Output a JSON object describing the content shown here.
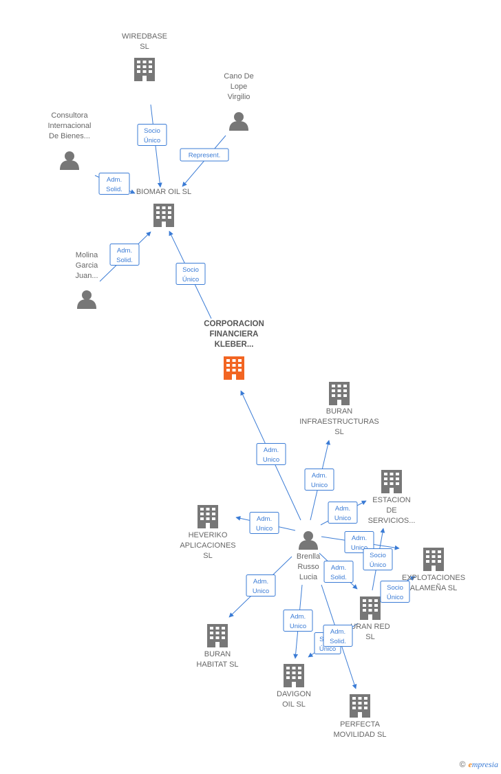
{
  "colors": {
    "company": "#777777",
    "focus": "#f26522",
    "person": "#777777",
    "edge": "#3a7bd5"
  },
  "nodes": [
    {
      "id": "wiredbase",
      "type": "company",
      "lines": [
        "WIREDBASE",
        "SL"
      ]
    },
    {
      "id": "cano",
      "type": "person",
      "lines": [
        "Cano De",
        "Lope",
        "Virgilio"
      ]
    },
    {
      "id": "consultora",
      "type": "person",
      "lines": [
        "Consultora",
        "Internacional",
        "De Bienes..."
      ]
    },
    {
      "id": "biomar",
      "type": "company",
      "lines": [
        "BIOMAR OIL SL"
      ]
    },
    {
      "id": "molina",
      "type": "person",
      "lines": [
        "Molina",
        "Garcia",
        "Juan..."
      ]
    },
    {
      "id": "corporacion",
      "type": "focus",
      "lines": [
        "CORPORACION",
        "FINANCIERA",
        "KLEBER..."
      ]
    },
    {
      "id": "buran_infra",
      "type": "company",
      "lines": [
        "BURAN",
        "INFRAESTRUCTURAS",
        "SL"
      ]
    },
    {
      "id": "estacion",
      "type": "company",
      "lines": [
        "ESTACION",
        "DE",
        "SERVICIOS..."
      ]
    },
    {
      "id": "heveriko",
      "type": "company",
      "lines": [
        "HEVERIKO",
        "APLICACIONES",
        "SL"
      ]
    },
    {
      "id": "brenlla",
      "type": "person",
      "lines": [
        "Brenlla",
        "Russo",
        "Lucia"
      ]
    },
    {
      "id": "explotaciones",
      "type": "company",
      "lines": [
        "EXPLOTACIONES",
        "ALAMEÑA SL"
      ]
    },
    {
      "id": "buran_red",
      "type": "company",
      "lines": [
        "URAN RED",
        "SL"
      ]
    },
    {
      "id": "buran_habitat",
      "type": "company",
      "lines": [
        "BURAN",
        "HABITAT SL"
      ]
    },
    {
      "id": "davigon",
      "type": "company",
      "lines": [
        "DAVIGON",
        "OIL SL"
      ]
    },
    {
      "id": "perfecta",
      "type": "company",
      "lines": [
        "PERFECTA",
        "MOVILIDAD SL"
      ]
    }
  ],
  "edges": [
    {
      "id": "e1",
      "from": "wiredbase",
      "to": "biomar",
      "label": [
        "Socio",
        "Único"
      ]
    },
    {
      "id": "e2",
      "from": "cano",
      "to": "biomar",
      "label": [
        "Represent."
      ]
    },
    {
      "id": "e3",
      "from": "consultora",
      "to": "biomar",
      "label": [
        "Adm.",
        "Solid."
      ]
    },
    {
      "id": "e4",
      "from": "molina",
      "to": "biomar",
      "label": [
        "Adm.",
        "Solid."
      ]
    },
    {
      "id": "e5",
      "from": "corporacion",
      "to": "biomar",
      "label": [
        "Socio",
        "Único"
      ]
    },
    {
      "id": "e6",
      "from": "brenlla",
      "to": "corporacion",
      "label": [
        "Adm.",
        "Unico"
      ]
    },
    {
      "id": "e7",
      "from": "brenlla",
      "to": "buran_infra",
      "label": [
        "Adm.",
        "Unico"
      ]
    },
    {
      "id": "e8",
      "from": "brenlla",
      "to": "estacion",
      "label": [
        "Adm.",
        "Unico"
      ]
    },
    {
      "id": "e9",
      "from": "brenlla",
      "to": "heveriko",
      "label": [
        "Adm.",
        "Unico"
      ]
    },
    {
      "id": "e10",
      "from": "brenlla",
      "to": "explotaciones",
      "label": [
        "Adm.",
        "Unico"
      ]
    },
    {
      "id": "e11",
      "from": "buran_red",
      "to": "estacion",
      "label": [
        "Socio",
        "Único"
      ]
    },
    {
      "id": "e12",
      "from": "buran_red",
      "to": "explotaciones",
      "label": [
        "Socio",
        "Único"
      ]
    },
    {
      "id": "e13",
      "from": "brenlla",
      "to": "buran_red",
      "label": [
        "Adm.",
        "Solid."
      ]
    },
    {
      "id": "e14",
      "from": "brenlla",
      "to": "buran_habitat",
      "label": [
        "Adm.",
        "Unico"
      ]
    },
    {
      "id": "e15",
      "from": "brenlla",
      "to": "davigon",
      "label": [
        "Adm.",
        "Unico"
      ]
    },
    {
      "id": "e16",
      "from": "buran_red",
      "to": "davigon",
      "label": [
        "Socio",
        "Único"
      ]
    },
    {
      "id": "e17",
      "from": "brenlla",
      "to": "perfecta",
      "label": [
        "Adm.",
        "Solid."
      ]
    }
  ],
  "watermark": {
    "copyright": "©",
    "brand_initial": "e",
    "brand_rest": "mpresia"
  }
}
